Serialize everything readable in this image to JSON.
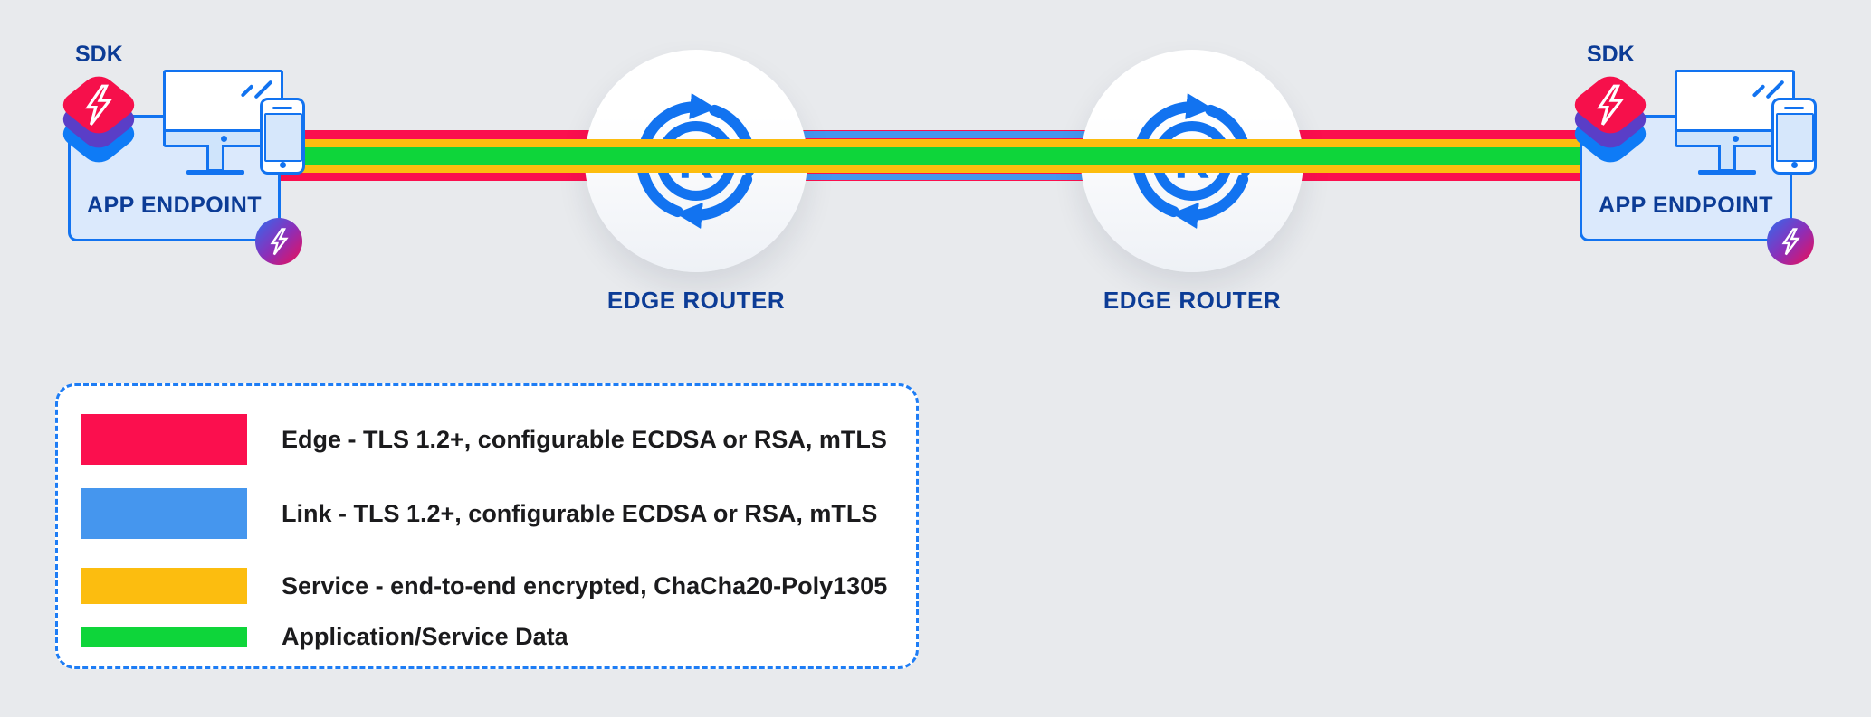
{
  "palette": {
    "background": "#e8eaed",
    "edge_red": "#fb0f4e",
    "link_blue": "#4596ee",
    "service_yellow": "#fcbd0f",
    "data_green": "#0ed53a",
    "navy_text": "#0c3c96",
    "icon_blue": "#1273f0",
    "endpoint_box_fill": "#dbe9fc",
    "legend_border_blue": "#1e7df5",
    "legend_text": "#1b1b1d",
    "sdk_layer_red": "#f6104b",
    "sdk_layer_purple": "#5a3ec7",
    "sdk_layer_blue": "#0e7bf6",
    "badge_gradient": [
      "#2f6cf0",
      "#8d2eb8",
      "#ee0e54"
    ]
  },
  "endpoints": {
    "left": {
      "sdk_label": "SDK",
      "box_label": "APP ENDPOINT"
    },
    "right": {
      "sdk_label": "SDK",
      "box_label": "APP ENDPOINT"
    }
  },
  "routers": {
    "left": {
      "label": "EDGE ROUTER"
    },
    "right": {
      "label": "EDGE ROUTER"
    },
    "icon_letter": "R"
  },
  "legend": {
    "items": [
      {
        "name": "edge",
        "color": "#fb0f4e",
        "label": "Edge - TLS 1.2+, configurable ECDSA or RSA, mTLS"
      },
      {
        "name": "link",
        "color": "#4596ee",
        "label": "Link - TLS 1.2+, configurable ECDSA or RSA, mTLS"
      },
      {
        "name": "service",
        "color": "#fcbd0f",
        "label": "Service - end-to-end encrypted, ChaCha20-Poly1305"
      },
      {
        "name": "data",
        "color": "#0ed53a",
        "label": "Application/Service Data"
      }
    ]
  }
}
